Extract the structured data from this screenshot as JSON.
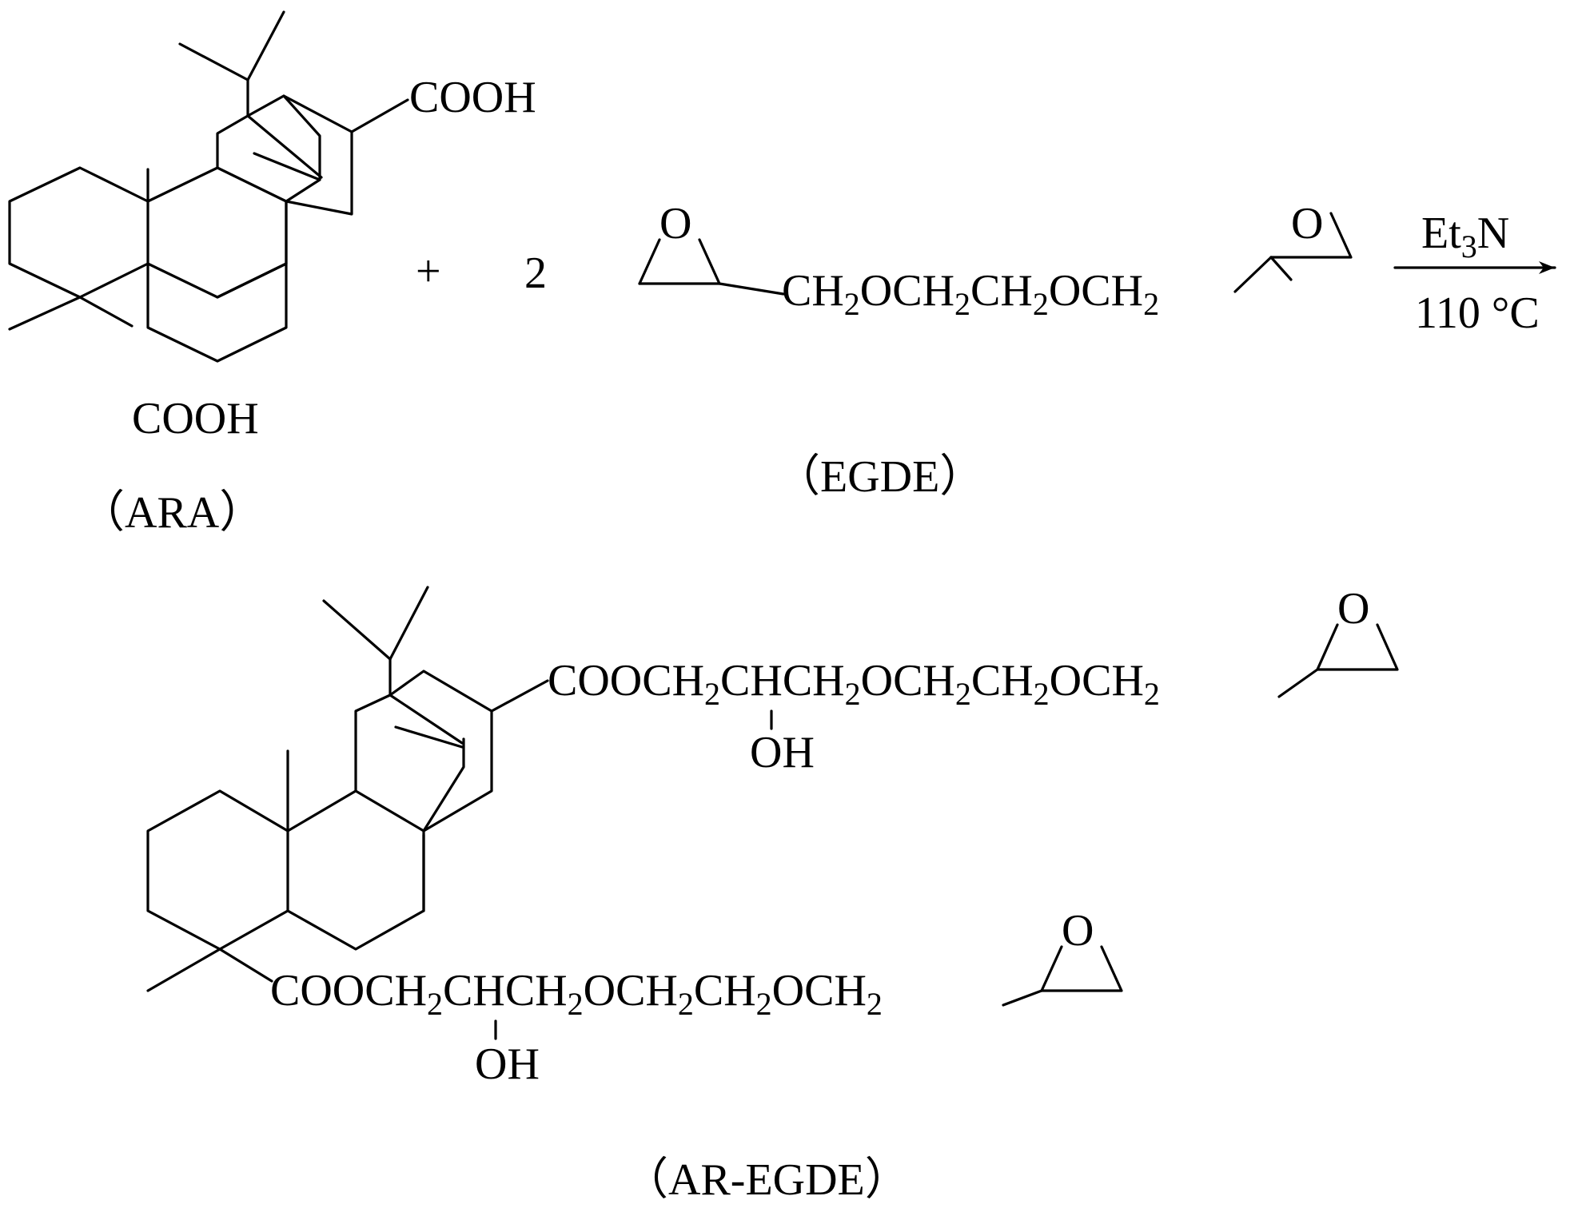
{
  "reactant1": {
    "acid_upper": "COOH",
    "acid_lower": "COOH",
    "name": "（ARA）"
  },
  "operators": {
    "plus": "+",
    "coefficient": "2"
  },
  "reactant2": {
    "epoxide_o_left": "O",
    "epoxide_o_right": "O",
    "chain": [
      {
        "t": "CH"
      },
      {
        "t": "2",
        "sub": true
      },
      {
        "t": "OCH"
      },
      {
        "t": "2",
        "sub": true
      },
      {
        "t": "CH"
      },
      {
        "t": "2",
        "sub": true
      },
      {
        "t": "OCH"
      },
      {
        "t": "2",
        "sub": true
      }
    ],
    "name": "（EGDE）"
  },
  "arrow": {
    "catalyst": [
      {
        "t": "Et"
      },
      {
        "t": "3",
        "sub": true
      },
      {
        "t": "N"
      }
    ],
    "condition": "110 °C"
  },
  "product": {
    "upper_chain": [
      {
        "t": "COOCH"
      },
      {
        "t": "2",
        "sub": true
      },
      {
        "t": "CHCH"
      },
      {
        "t": "2",
        "sub": true
      },
      {
        "t": "OCH"
      },
      {
        "t": "2",
        "sub": true
      },
      {
        "t": "CH"
      },
      {
        "t": "2",
        "sub": true
      },
      {
        "t": "OCH"
      },
      {
        "t": "2",
        "sub": true
      }
    ],
    "upper_oh": "OH",
    "upper_epoxide_o": "O",
    "lower_chain": [
      {
        "t": "COOCH"
      },
      {
        "t": "2",
        "sub": true
      },
      {
        "t": "CHCH"
      },
      {
        "t": "2",
        "sub": true
      },
      {
        "t": "OCH"
      },
      {
        "t": "2",
        "sub": true
      },
      {
        "t": "CH"
      },
      {
        "t": "2",
        "sub": true
      },
      {
        "t": "OCH"
      },
      {
        "t": "2",
        "sub": true
      }
    ],
    "lower_oh": "OH",
    "lower_epoxide_o": "O",
    "name": "（AR-EGDE）"
  }
}
